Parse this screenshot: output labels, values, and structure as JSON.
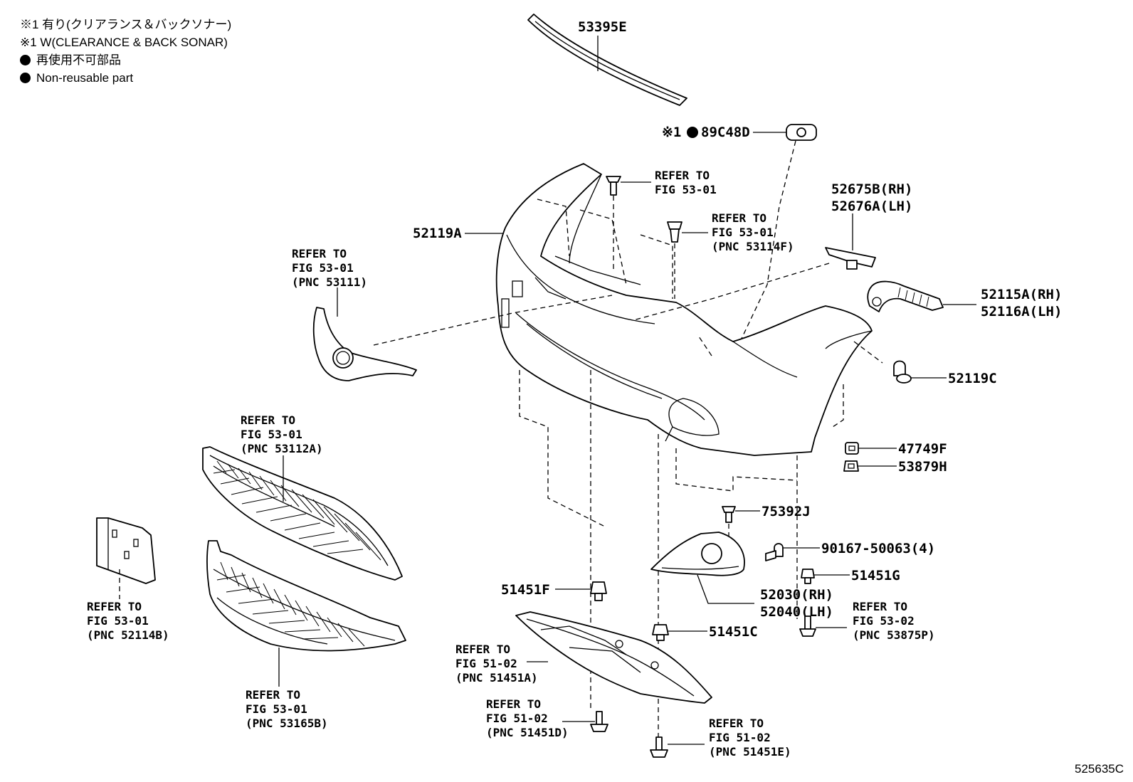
{
  "legend": {
    "jp_note": "※1 有り(クリアランス＆バックソナー)",
    "en_note": "※1 W(CLEARANCE & BACK SONAR)",
    "jp_nonreusable": "再使用不可部品",
    "en_nonreusable": "Non-reusable part"
  },
  "parts": {
    "p53395E": "53395E",
    "p89C48D_prefix": "※1",
    "p89C48D": "89C48D",
    "p52675B": "52675B(RH)",
    "p52676A": "52676A(LH)",
    "p52119A": "52119A",
    "p52115A": "52115A(RH)",
    "p52116A": "52116A(LH)",
    "p52119C": "52119C",
    "p47749F": "47749F",
    "p53879H": "53879H",
    "p75392J": "75392J",
    "p90167": "90167-50063(4)",
    "p51451G": "51451G",
    "p52030": "52030(RH)",
    "p52040": "52040(LH)",
    "p51451F": "51451F",
    "p51451C": "51451C"
  },
  "refs": {
    "r1": {
      "l1": "REFER TO",
      "l2": "FIG 53-01"
    },
    "r2": {
      "l1": "REFER TO",
      "l2": "FIG 53-01",
      "l3": "(PNC 53114F)"
    },
    "r3": {
      "l1": "REFER TO",
      "l2": "FIG 53-01",
      "l3": "(PNC 53111)"
    },
    "r4": {
      "l1": "REFER TO",
      "l2": "FIG 53-01",
      "l3": "(PNC 53112A)"
    },
    "r5": {
      "l1": "REFER TO",
      "l2": "FIG 53-01",
      "l3": "(PNC 52114B)"
    },
    "r6": {
      "l1": "REFER TO",
      "l2": "FIG 53-01",
      "l3": "(PNC 53165B)"
    },
    "r7": {
      "l1": "REFER TO",
      "l2": "FIG 51-02",
      "l3": "(PNC 51451A)"
    },
    "r8": {
      "l1": "REFER TO",
      "l2": "FIG 51-02",
      "l3": "(PNC 51451D)"
    },
    "r9": {
      "l1": "REFER TO",
      "l2": "FIG 51-02",
      "l3": "(PNC 51451E)"
    },
    "r10": {
      "l1": "REFER TO",
      "l2": "FIG 53-02",
      "l3": "(PNC 53875P)"
    }
  },
  "diagram_code": "525635C"
}
